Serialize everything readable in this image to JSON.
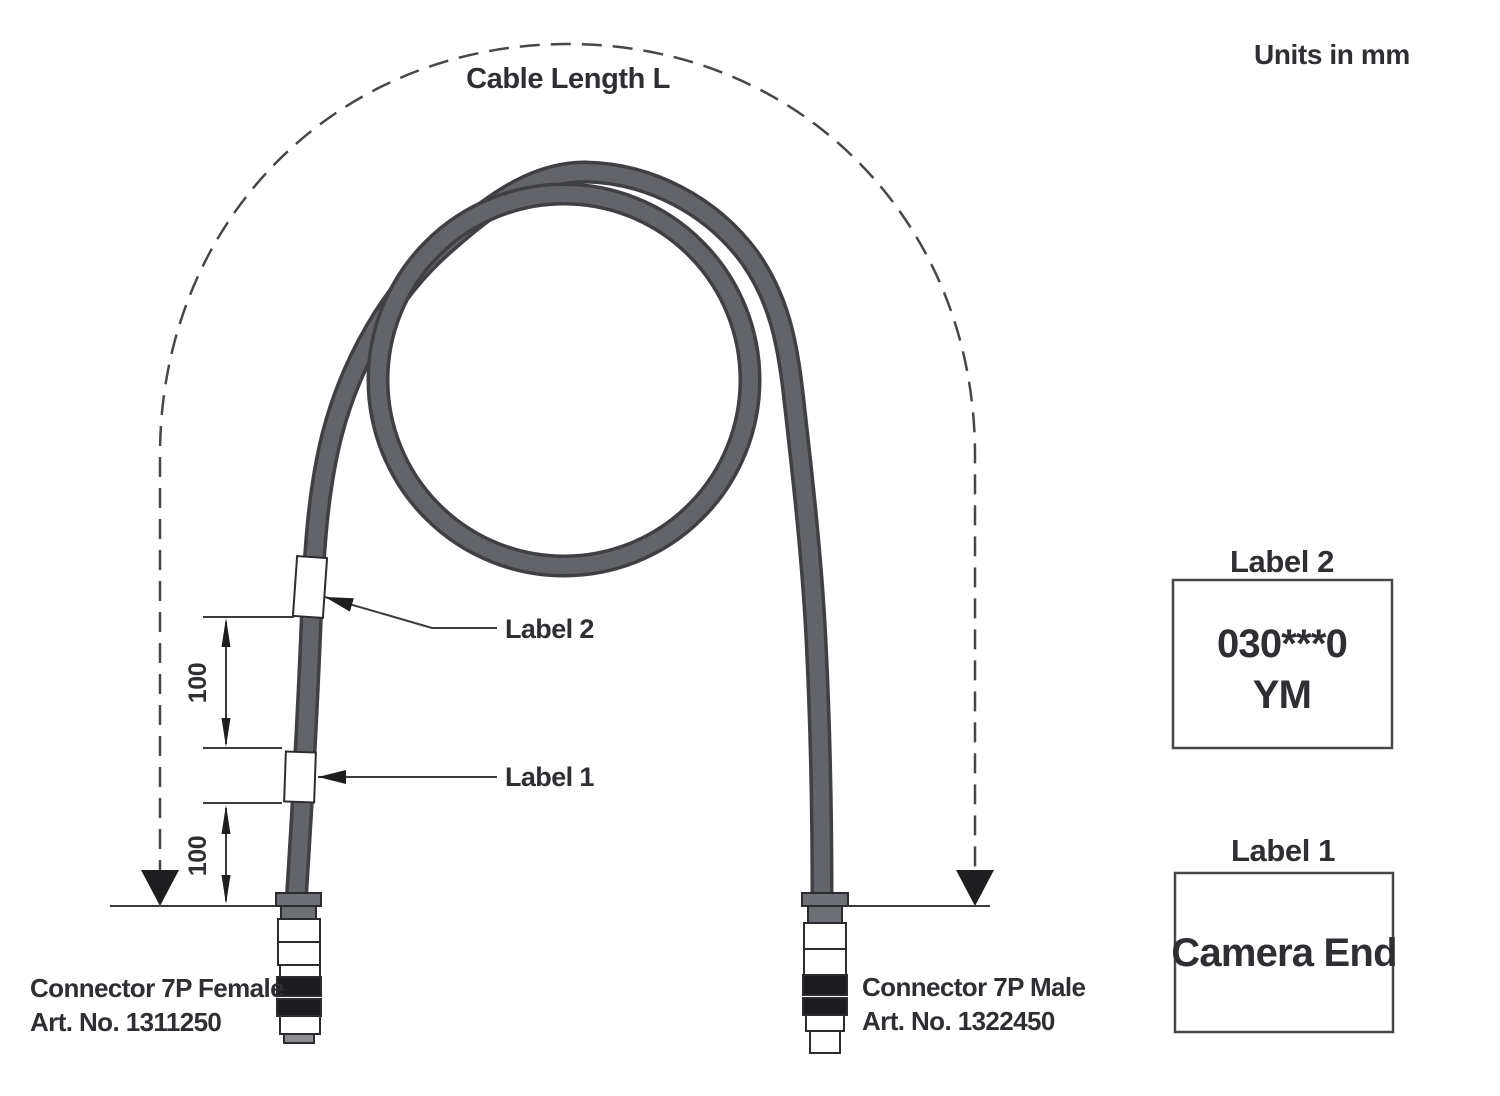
{
  "header": {
    "units_note": "Units in mm"
  },
  "diagram": {
    "cable_length_label": "Cable Length L",
    "dimensions": {
      "upper": "100",
      "lower": "100"
    },
    "callouts": {
      "label2": "Label 2",
      "label1": "Label 1"
    },
    "connectors": {
      "female": {
        "title": "Connector 7P Female",
        "art_no": "Art. No. 1311250"
      },
      "male": {
        "title": "Connector 7P Male",
        "art_no": "Art. No. 1322450"
      }
    },
    "colors": {
      "cable": "#636469",
      "cable_outline": "#3f4044",
      "drawing_line": "#3a3b3f",
      "connector_band": "#1c1c1e"
    }
  },
  "panel": {
    "label2": {
      "heading": "Label 2",
      "line1": "030***0",
      "line2": "YM"
    },
    "label1": {
      "heading": "Label 1",
      "line1": "Camera End"
    }
  }
}
